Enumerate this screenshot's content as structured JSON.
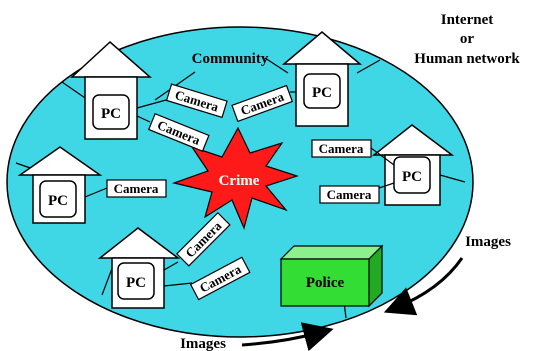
{
  "colors": {
    "ellipse_fill": "#3fd7e6",
    "crime_fill": "#ff1a1a",
    "police_fill": "#33dd33",
    "house_fill": "#ffffff",
    "line": "#000000"
  },
  "labels": {
    "community": "Community",
    "network_line1": "Internet",
    "network_line2": "or",
    "network_line3": "Human network",
    "crime": "Crime",
    "police": "Police",
    "images_right": "Images",
    "images_bottom": "Images"
  },
  "houses": [
    {
      "pc": "PC",
      "cameras": [
        "Camera",
        "Camera"
      ]
    },
    {
      "pc": "PC",
      "cameras": [
        "Camera"
      ]
    },
    {
      "pc": "PC",
      "cameras": [
        "Camera",
        "Camera"
      ]
    },
    {
      "pc": "PC",
      "cameras": [
        "Camera"
      ]
    },
    {
      "pc": "PC",
      "cameras": [
        "Camera",
        "Camera"
      ]
    }
  ]
}
